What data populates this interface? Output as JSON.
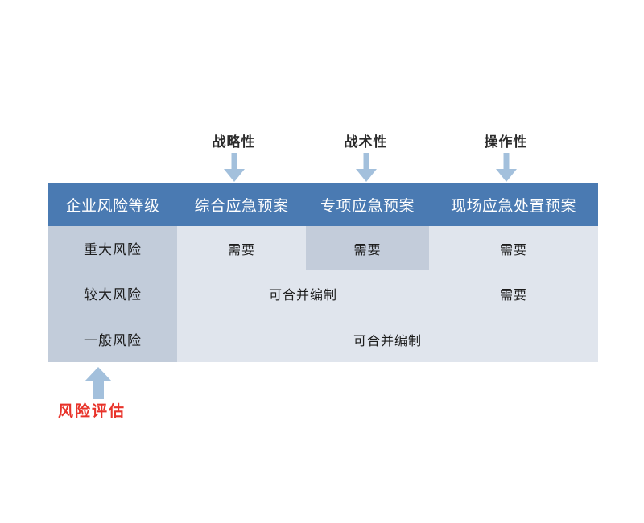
{
  "diagram": {
    "title_labels": [
      {
        "text": "战略性",
        "icon": "arrow-down-icon"
      },
      {
        "text": "战术性",
        "icon": "arrow-down-icon"
      },
      {
        "text": "操作性",
        "icon": "arrow-down-icon"
      }
    ],
    "table": {
      "headers": [
        "企业风险等级",
        "综合应急预案",
        "专项应急预案",
        "现场应急处置预案"
      ],
      "rows": [
        {
          "label": "重大风险",
          "cells": [
            {
              "text": "需要",
              "span": 1,
              "highlight": false
            },
            {
              "text": "需要",
              "span": 1,
              "highlight": true
            },
            {
              "text": "需要",
              "span": 1,
              "highlight": false
            }
          ]
        },
        {
          "label": "较大风险",
          "cells": [
            {
              "text": "可合并编制",
              "span": 2,
              "highlight": false
            },
            {
              "text": "需要",
              "span": 1,
              "highlight": false
            }
          ]
        },
        {
          "label": "一般风险",
          "cells": [
            {
              "text": "可合并编制",
              "span": 3,
              "highlight": false
            }
          ]
        }
      ]
    },
    "footnote": {
      "text": "风险评估",
      "icon": "arrow-up-icon",
      "color": "#e8332a"
    },
    "colors": {
      "header_bg": "#4a7ab2",
      "header_text": "#ffffff",
      "row_label_bg": "#c2ccda",
      "cell_bg": "#e0e5ed",
      "cell_highlight_bg": "#c3ccda",
      "arrow": "#a3c0dc",
      "accent_red": "#e8332a",
      "page_bg": "#ffffff"
    }
  }
}
